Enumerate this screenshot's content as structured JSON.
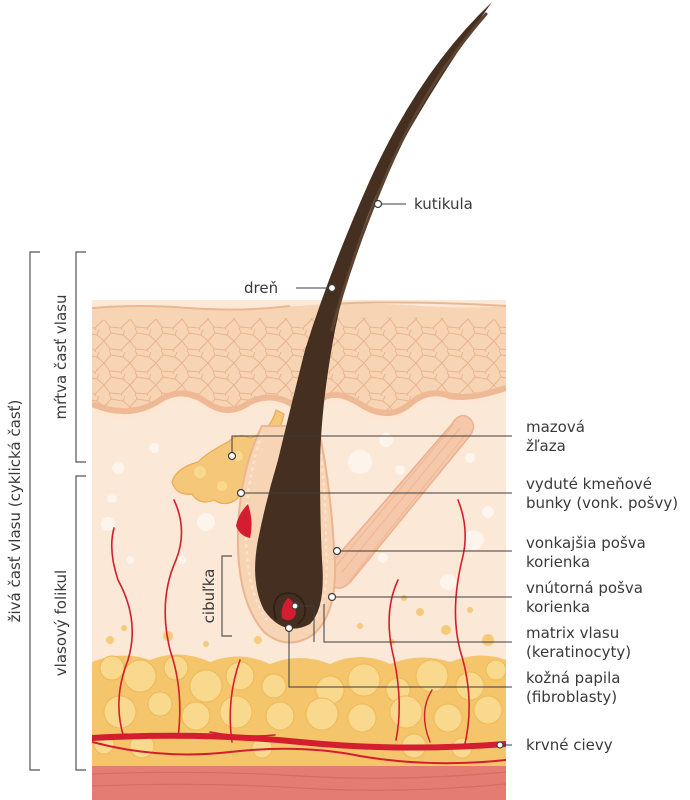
{
  "colors": {
    "hair": "#452f20",
    "hair_highlight": "#5c4330",
    "epidermis": "#f7d4b4",
    "epidermis_cell": "#e9b794",
    "dermis": "#fbe8d6",
    "fat": "#f4c56b",
    "fat_light": "#f8d98d",
    "blood": "#d51d30",
    "muscle_tissue": "#f6c8aa",
    "bottom_tissue": "#e57c72",
    "gland": "#f5c778",
    "leader_line": "#3c3c3c",
    "bracket_line": "#555555",
    "label_text": "#3a3a3a"
  },
  "labels": {
    "kutikula": "kutikula",
    "dren": "dreň",
    "mazova_1": "mazová",
    "mazova_2": "žľaza",
    "vydute_1": "vyduté kmeňové",
    "vydute_2": "bunky (vonk. pošvy)",
    "vonkajsia_1": "vonkajšia pošva",
    "vonkajsia_2": "korienka",
    "vnutorna_1": "vnútorná pošva",
    "vnutorna_2": "korienka",
    "matrix_1": "matrix vlasu",
    "matrix_2": "(keratinocyty)",
    "papila_1": "kožná papila",
    "papila_2": "(fibroblasty)",
    "cievy": "krvné cievy",
    "cibulka": "cibuľka"
  },
  "side_labels": {
    "ziva": "živá časť vlasu (cyklická časť)",
    "mrtva": "mŕtva časť vlasu",
    "folikul": "vlasový folikul"
  }
}
